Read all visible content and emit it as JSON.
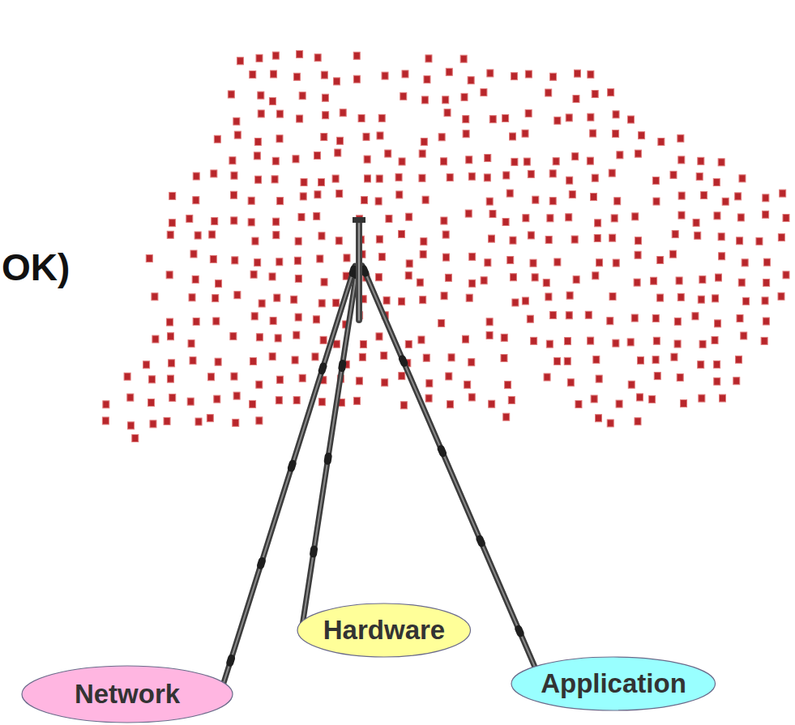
{
  "diagram": {
    "nodes": [
      {
        "text": [
          "Hardware"
        ]
      },
      {
        "text": [
          "Network"
        ]
      },
      {
        "text": [
          "Application"
        ]
      }
    ],
    "labels": [
      "OK)"
    ]
  }
}
